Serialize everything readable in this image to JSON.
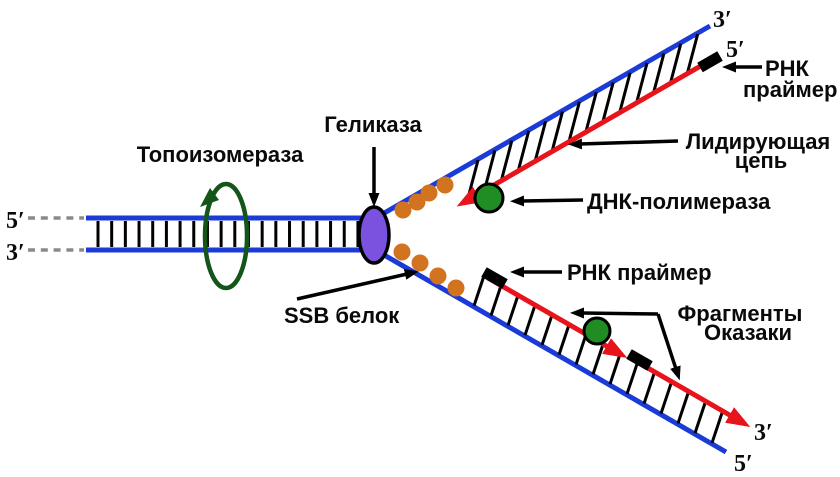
{
  "labels": {
    "topoisomerase": "Топоизомераза",
    "helicase": "Геликаза",
    "rna_primer_top_line1": "РНК",
    "rna_primer_top_line2": "праймер",
    "leading_strand_line1": "Лидирующая",
    "leading_strand_line2": "цепь",
    "dna_polymerase": "ДНК-полимераза",
    "ssb_protein": "SSB белок",
    "rna_primer_bottom": "РНК праймер",
    "okazaki_line1": "Фрагменты",
    "okazaki_line2": "Оказаки"
  },
  "strand_ends": {
    "left_top": "5′",
    "left_bottom": "3′",
    "top_right": "3′",
    "top_right_new": "5′",
    "bottom_right_new": "3′",
    "bottom_right": "5′"
  },
  "colors": {
    "template_strand": "#1B3BD8",
    "new_strand": "#E8141C",
    "ssb_protein": "#D2741F",
    "polymerase_fill": "#1F8C24",
    "helicase_fill": "#7B52E0",
    "topoisomerase_stroke": "#14551A",
    "primer": "#000000",
    "label_text": "#0A0A0A",
    "dashed_end": "#8A8A8A"
  },
  "counts": {
    "ssb_upper": 4,
    "ssb_lower": 4,
    "okazaki_fragments": 2
  }
}
